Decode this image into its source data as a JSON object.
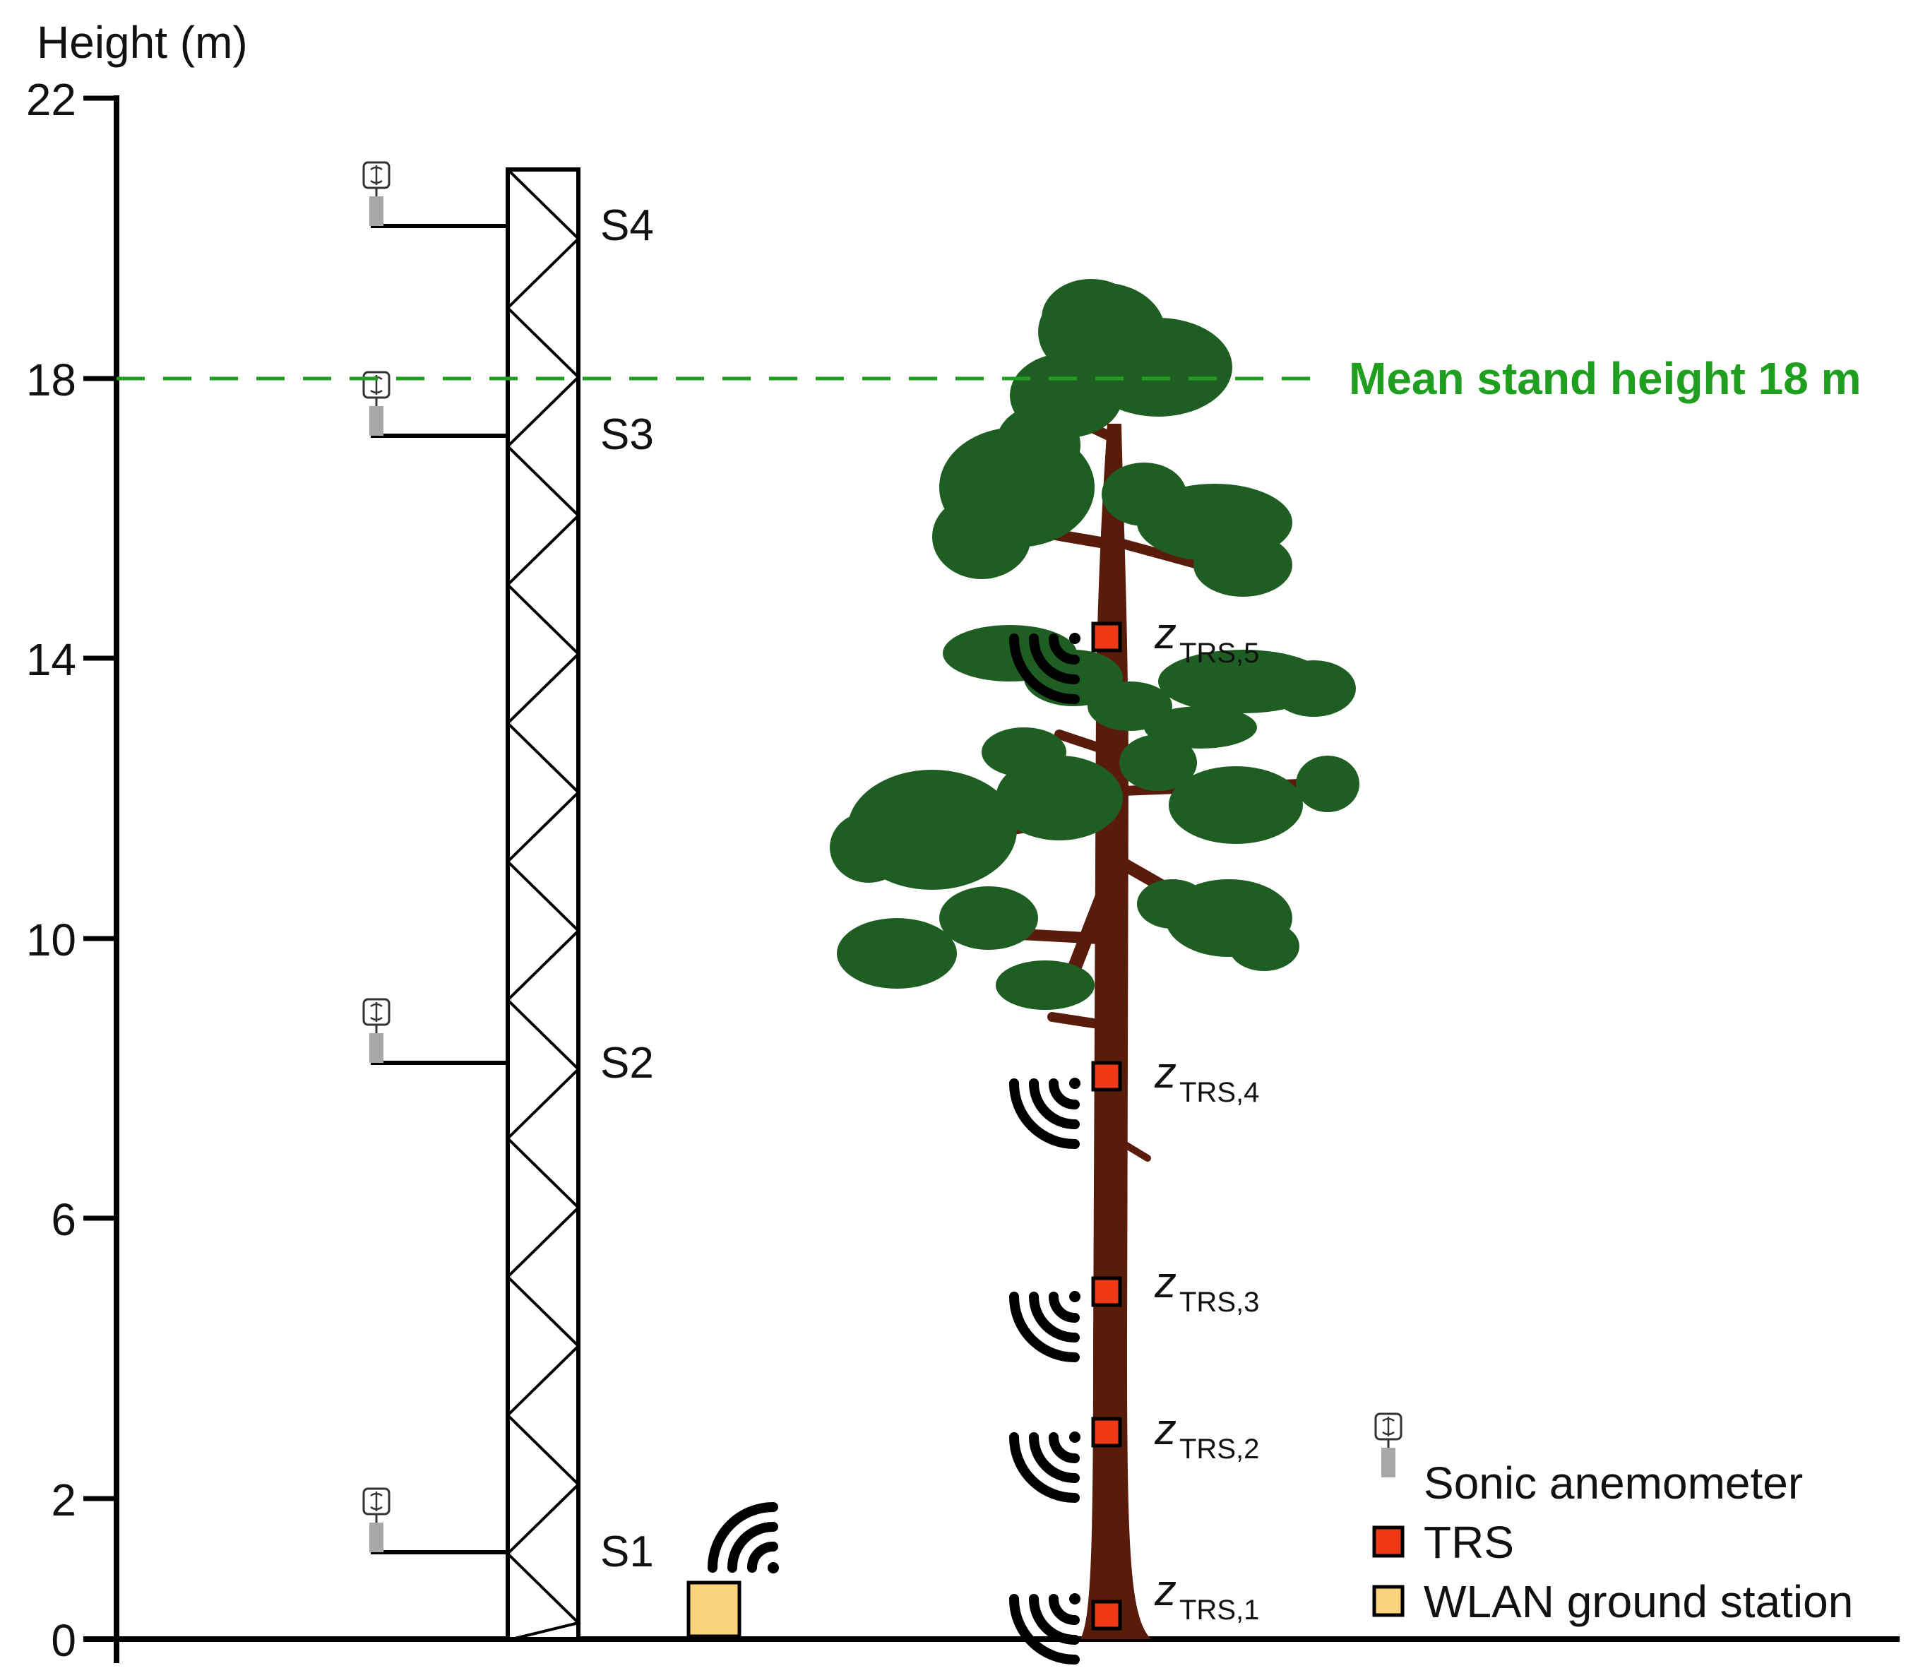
{
  "axis": {
    "label": "Height (m)",
    "ticks": [
      "0",
      "2",
      "6",
      "10",
      "14",
      "18",
      "22"
    ],
    "range": [
      0,
      22
    ]
  },
  "colors": {
    "mean_line": "#1f9e1f",
    "foliage": "#1e5e23",
    "trunk": "#5a1c0a",
    "trs_marker": "#f03a16",
    "ground_station": "#fdd47e",
    "sensor_gray": "#a8a8a8"
  },
  "tower": {
    "sensors": [
      {
        "label": "S1"
      },
      {
        "label": "S2"
      },
      {
        "label": "S3"
      },
      {
        "label": "S4"
      }
    ]
  },
  "mean_stand": {
    "label": "Mean stand height 18 m",
    "height_m": 18
  },
  "trs": [
    {
      "main": "z",
      "sub": "TRS,1"
    },
    {
      "main": "z",
      "sub": "TRS,2"
    },
    {
      "main": "z",
      "sub": "TRS,3"
    },
    {
      "main": "z",
      "sub": "TRS,4"
    },
    {
      "main": "z",
      "sub": "TRS,5"
    }
  ],
  "legend": {
    "sonic": "Sonic anemometer",
    "trs": "TRS",
    "wlan": "WLAN ground station"
  }
}
